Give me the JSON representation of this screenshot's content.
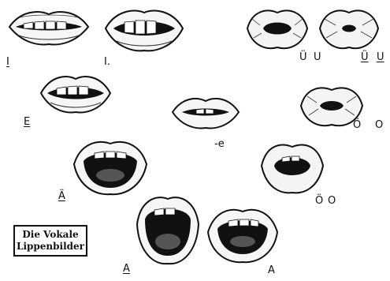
{
  "figure": {
    "title_line1": "Die Vokale",
    "title_line2": "Lippenbilder",
    "labels": {
      "i_long": "I",
      "i_short": "I.",
      "u_umlaut_short": "Ü",
      "u_short": "U",
      "u_umlaut_long": "Ü",
      "u_long": "U",
      "e_long": "E",
      "schwa": "-e",
      "o_umlaut_long": "Ö",
      "o_long": "O",
      "a_umlaut": "Ä",
      "o_umlaut_short": "Ö",
      "o_short": "O",
      "a_long": "A",
      "a_short": "A"
    }
  }
}
